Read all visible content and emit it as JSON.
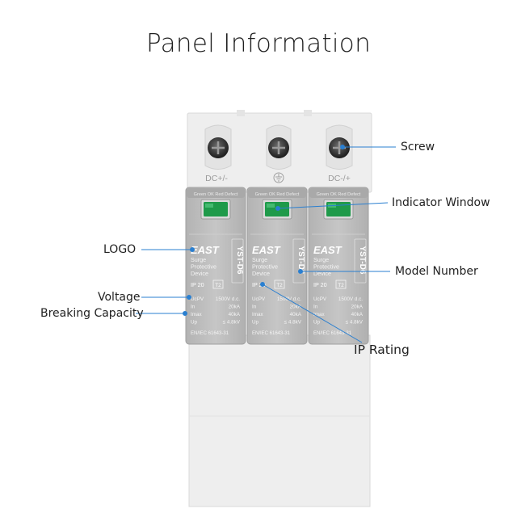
{
  "title": "Panel Information",
  "callouts": {
    "screw": "Screw",
    "indicator_window": "Indicator Window",
    "logo": "LOGO",
    "model_number": "Model Number",
    "voltage": "Voltage",
    "breaking_capacity": "Breaking Capacity",
    "ip_rating": "IP Rating"
  },
  "terminals": {
    "left": "DC+/-",
    "center_symbol": "ground-symbol",
    "right": "DC-/+"
  },
  "module": {
    "indicator_text": "Green OK Red Defect",
    "brand": "EAST",
    "model": "YST-D6",
    "type_line1": "Surge",
    "type_line2": "Protective",
    "type_line3": "Device",
    "ip": "IP 20",
    "class": "T2",
    "rows": [
      {
        "k": "UcPV",
        "v": "1500V d.c."
      },
      {
        "k": "In",
        "v": "20kA"
      },
      {
        "k": "Imax",
        "v": "40kA"
      },
      {
        "k": "Up",
        "v": "≤ 4.8kV"
      }
    ],
    "standard": "EN/IEC 61643-31"
  },
  "colors": {
    "accent": "#2a7fd0",
    "window_green": "#1f9a4a",
    "body": "#eeeeee",
    "module": "#bcbcbc"
  }
}
